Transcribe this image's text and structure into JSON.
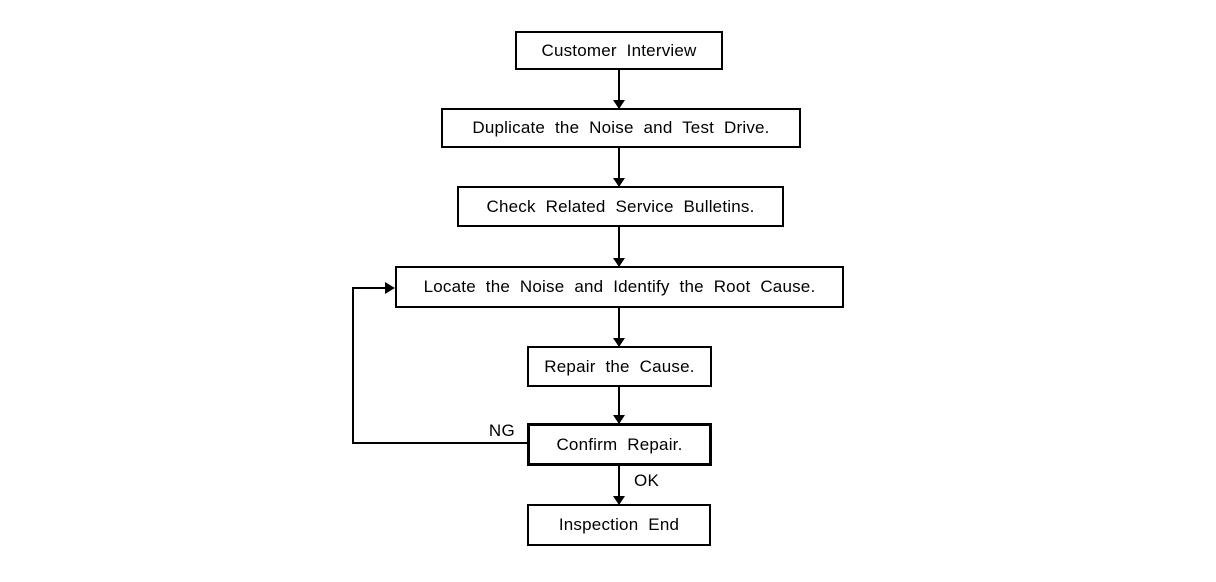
{
  "flowchart": {
    "nodes": [
      {
        "id": "customer-interview",
        "label": "Customer Interview"
      },
      {
        "id": "duplicate-noise",
        "label": "Duplicate the Noise and Test Drive."
      },
      {
        "id": "check-bulletins",
        "label": "Check Related Service Bulletins."
      },
      {
        "id": "locate-noise",
        "label": "Locate the Noise and Identify the Root Cause."
      },
      {
        "id": "repair-cause",
        "label": "Repair the Cause."
      },
      {
        "id": "confirm-repair",
        "label": "Confirm Repair."
      },
      {
        "id": "inspection-end",
        "label": "Inspection End"
      }
    ],
    "edges": [
      {
        "from": "customer-interview",
        "to": "duplicate-noise",
        "label": ""
      },
      {
        "from": "duplicate-noise",
        "to": "check-bulletins",
        "label": ""
      },
      {
        "from": "check-bulletins",
        "to": "locate-noise",
        "label": ""
      },
      {
        "from": "locate-noise",
        "to": "repair-cause",
        "label": ""
      },
      {
        "from": "repair-cause",
        "to": "confirm-repair",
        "label": ""
      },
      {
        "from": "confirm-repair",
        "to": "inspection-end",
        "label": "OK"
      },
      {
        "from": "confirm-repair",
        "to": "locate-noise",
        "label": "NG"
      }
    ],
    "colors": {
      "line": "#000000",
      "background": "#ffffff"
    }
  }
}
